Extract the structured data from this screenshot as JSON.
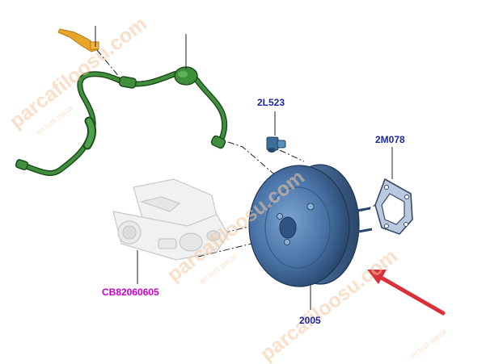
{
  "callouts": {
    "valve_bolt": "2L523",
    "gasket": "2M078",
    "master_cylinder": "CB82060605",
    "booster": "2005"
  },
  "watermark": {
    "text": "parcafiloosu.com",
    "subtext": "en hızlı parça"
  },
  "colors": {
    "callout_blue": "#1a2a9e",
    "callout_magenta": "#cc00cc",
    "hose_green": "#2f7a2e",
    "booster_blue": "#4a74a8",
    "arrow_red": "#d9303a",
    "watermark_orange": "#f4c79d"
  }
}
